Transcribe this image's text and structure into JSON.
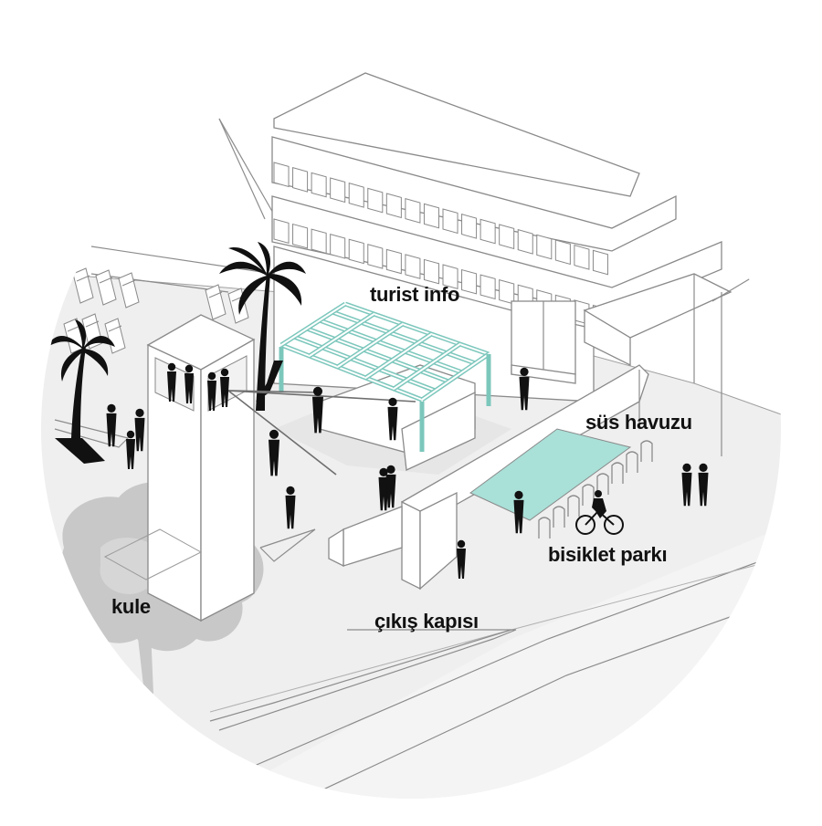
{
  "labels": {
    "turist_info": "turist info",
    "sus_havuzu": "süs havuzu",
    "bisiklet_parki": "bisiklet parkı",
    "kule": "kule",
    "cikis_kapisi": "çıkış kapısı"
  },
  "colors": {
    "background": "#ffffff",
    "linework": "#8c8c8c",
    "ground": "#efefef",
    "pool_water": "#a9e0d8",
    "pergola": "#7cc7bc",
    "tree": "#c8c8c8",
    "silhouettes": "#111111",
    "label_text": "#111111"
  }
}
